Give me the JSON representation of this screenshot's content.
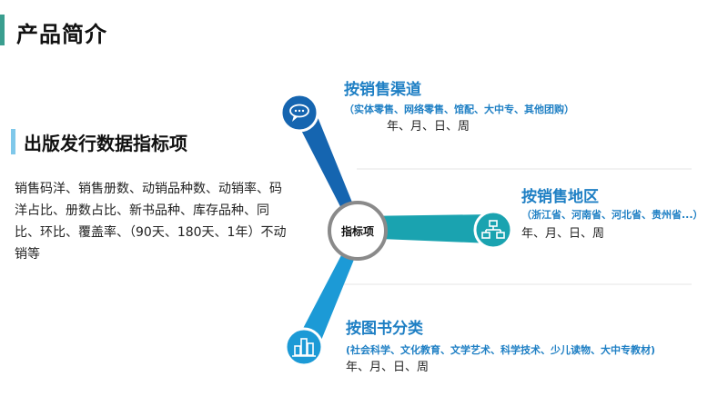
{
  "page": {
    "title": "产品简介"
  },
  "left": {
    "section_title": "出版发行数据指标项",
    "metrics_text": "销售码洋、销售册数、动销品种数、动销率、码洋占比、册数占比、新书品种、库存品种、同比、环比、覆盖率、（90天、180天、1年）不动销等"
  },
  "hub": {
    "label": "指标项"
  },
  "categories": [
    {
      "title": "按销售渠道",
      "detail": "（实体零售、网络零售、馆配、大中专、其他团购）",
      "periods": "年、月、日、周",
      "icon": "chat-bubble-icon",
      "color": "#1565b0"
    },
    {
      "title": "按销售地区",
      "detail": "（浙江省、河南省、河北省、贵州省...）",
      "periods": "年、月、日、周",
      "icon": "network-icon",
      "color": "#1aa3b0"
    },
    {
      "title": "按图书分类",
      "detail": "(社会科学、文化教育、文学艺术、科学技术、少儿读物、大中专教材)",
      "periods": "年、月、日、周",
      "icon": "buildings-icon",
      "color": "#1c9ad6"
    }
  ],
  "colors": {
    "accent_teal": "#3a9e8f",
    "accent_light_blue": "#7fc8ea",
    "text_blue": "#1e7fc4"
  }
}
